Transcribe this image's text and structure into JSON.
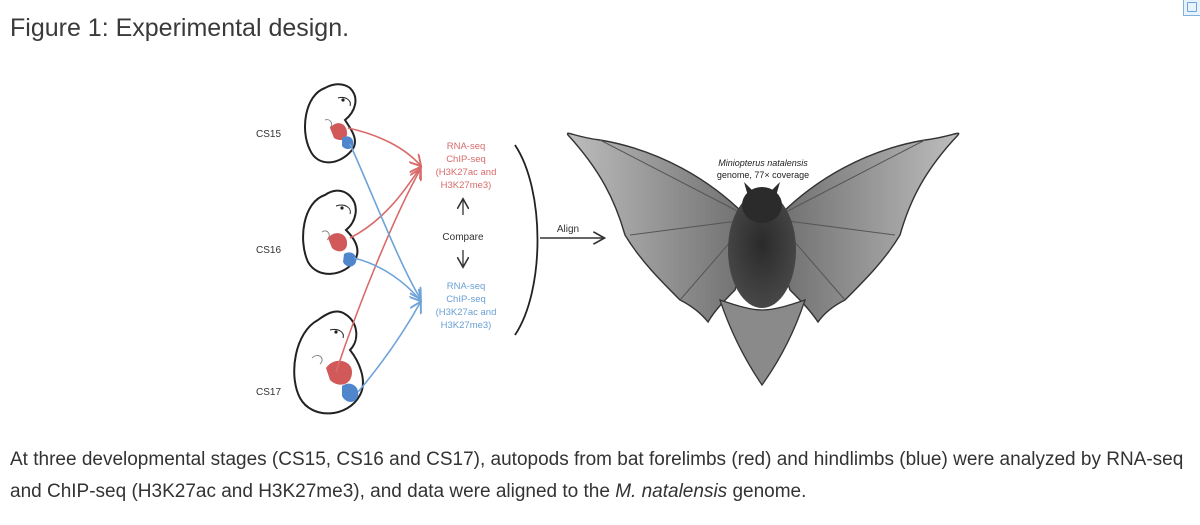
{
  "page": {
    "title": "Figure 1: Experimental design."
  },
  "figure": {
    "stages": [
      "CS15",
      "CS16",
      "CS17"
    ],
    "forelimb_assays": [
      "RNA-seq",
      "ChIP-seq",
      "(H3K27ac and",
      "H3K27me3)"
    ],
    "hindlimb_assays": [
      "RNA-seq",
      "ChIP-seq",
      "(H3K27ac and",
      "H3K27me3)"
    ],
    "compare_label": "Compare",
    "align_label": "Align",
    "genome_label_line1": "Miniopterus natalensis",
    "genome_label_line2": "genome, 77× coverage",
    "colors": {
      "forelimb": "#d96a6a",
      "hindlimb": "#6fa3d8"
    }
  },
  "caption": {
    "text_before": "At three developmental stages (CS15, CS16 and CS17), autopods from bat forelimbs (red) and hindlimbs (blue) were analyzed by RNA-seq and ChIP-seq (H3K27ac and H3K27me3), and data were aligned to the ",
    "species": "M. natalensis",
    "text_after": " genome."
  }
}
